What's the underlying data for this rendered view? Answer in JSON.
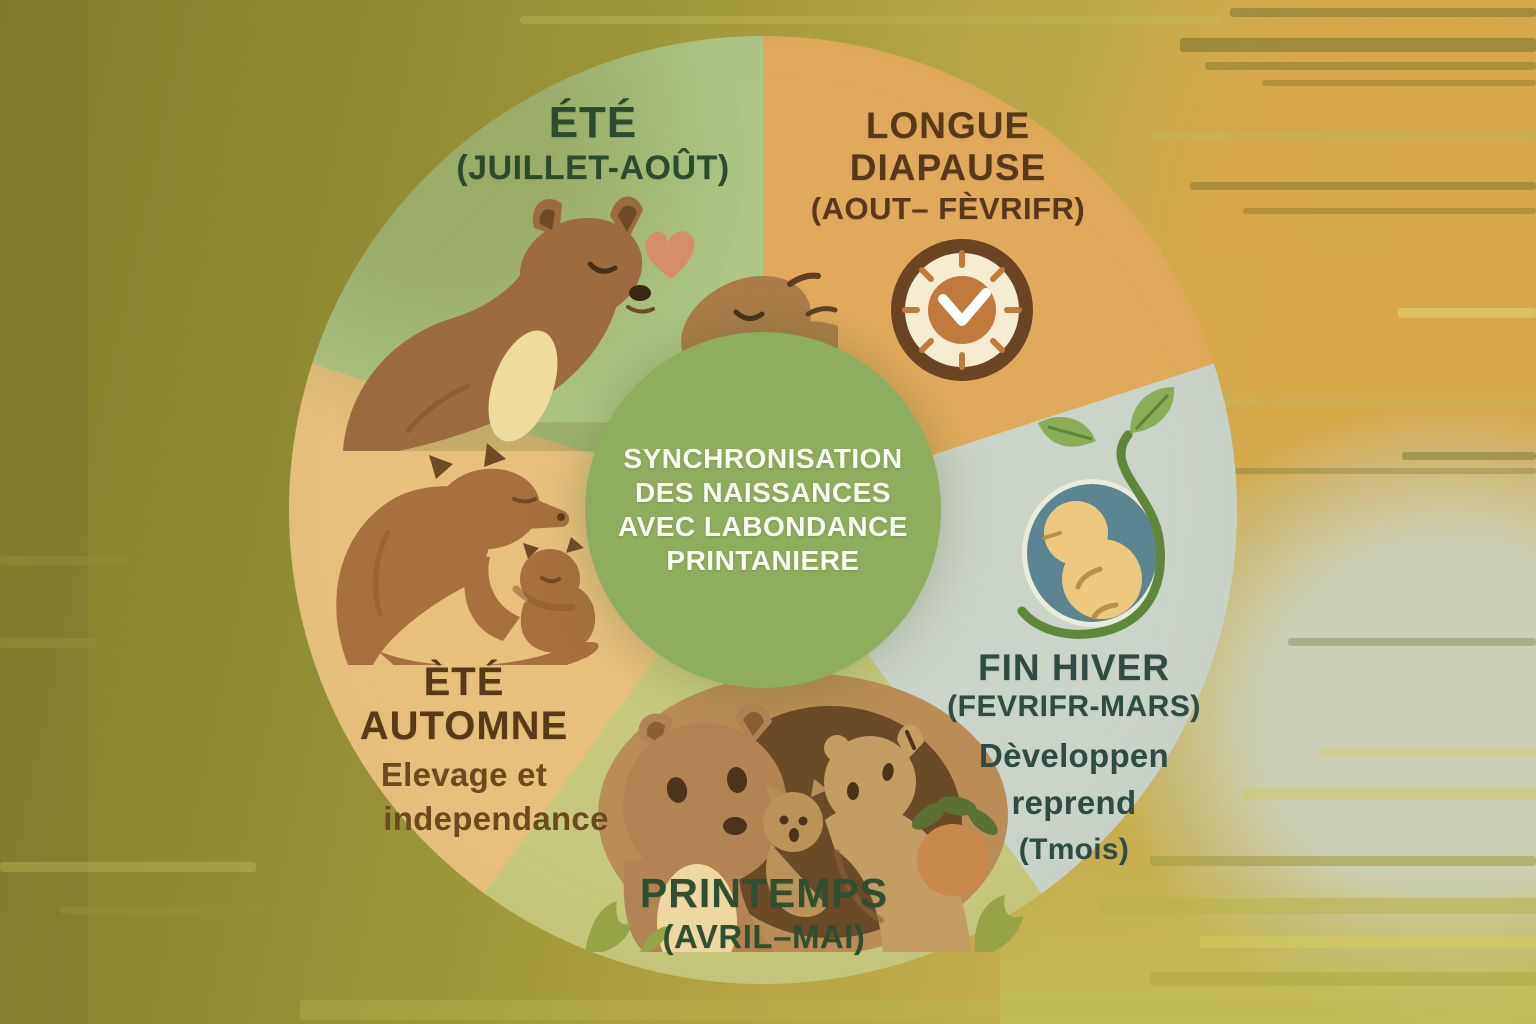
{
  "center": {
    "lines": [
      "SYNCHRONISATION",
      "DES NAISSANCES",
      "AVEC LABONDANCE",
      "PRINTANIERE"
    ],
    "bg_color": "#8ead5f",
    "text_color": "#fcfcf2"
  },
  "segments": [
    {
      "name": "ete",
      "title": "ÉTÉ",
      "subtitle": "(JUILLET-AOÛT)",
      "icon": "mating-pair-heart-icon",
      "wedge_color": "#aec686",
      "text_color": "#2c4a2d"
    },
    {
      "name": "longue-diapause",
      "title": "LONGUE",
      "title_line2": "DIAPAUSE",
      "subtitle": "(AOUT– FÈVRIFR)",
      "icon": "clock-icon",
      "wedge_color": "#e0aa5c",
      "text_color": "#58381a"
    },
    {
      "name": "fin-hiver",
      "title": "FIN HIVER",
      "subtitle": "(FEVRIFR-MARS)",
      "description_line1": "Dèveloppen",
      "description_line2": "reprend",
      "description_line3": "(Tmois)",
      "icon": "embryo-sprout-icon",
      "wedge_color": "#cbd4c9",
      "text_color": "#2e4c44"
    },
    {
      "name": "printemps",
      "title": "PRINTEMPS",
      "subtitle": "(AVRIL–MAI)",
      "icon": "den-family-icon",
      "wedge_color": "#c6c97b",
      "text_color": "#2f5030"
    },
    {
      "name": "ete-automne",
      "title": "ÈTÉ",
      "title_line2": "AUTOMNE",
      "description_line1": "Elevage et",
      "description_line2": "independance",
      "icon": "mother-and-young-icon",
      "wedge_color": "#e7c07c",
      "text_color": "#583a16",
      "description_color": "#6b4a1e"
    }
  ],
  "icon_colors": {
    "heart": "#d68e6a",
    "clock_ring": "#6a4423",
    "clock_face": "#f6ecd2",
    "clock_inner": "#c07a3c",
    "embryo_circle": "#5b8591",
    "embryo_body": "#edc87e",
    "sprout_green": "#5e8739",
    "leaf_green": "#8aad55",
    "animal_brown": "#9c6b3f",
    "animal_brown_light": "#ab7c49",
    "den_mound": "#b98d55",
    "den_opening": "#6b4a28",
    "cream_patch": "#eed7a0",
    "grass_green": "#96a347"
  }
}
